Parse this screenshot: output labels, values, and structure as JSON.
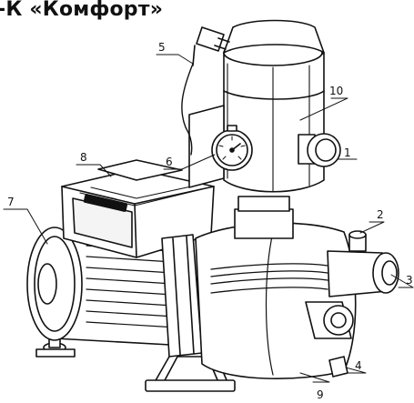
{
  "title": "-К «Комфорт»",
  "callouts": [
    "1",
    "2",
    "3",
    "4",
    "5",
    "6",
    "7",
    "8",
    "9",
    "10"
  ]
}
